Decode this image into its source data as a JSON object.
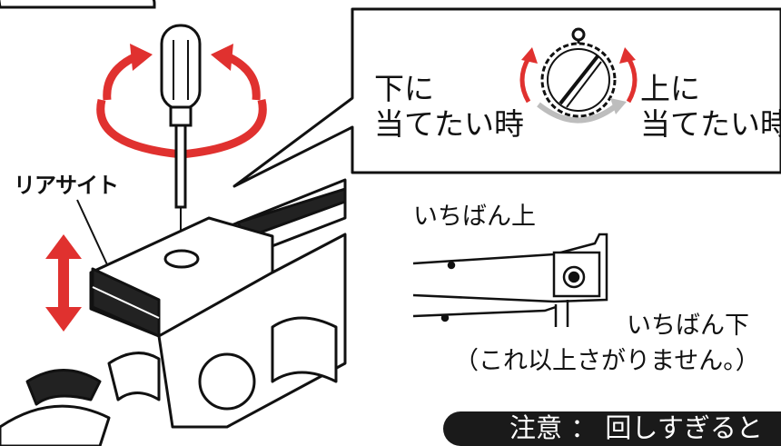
{
  "labels": {
    "rear_sight": "リアサイト",
    "aim_lower": [
      "下に",
      "当てたい時"
    ],
    "aim_higher": [
      "上に",
      "当てたい時"
    ],
    "highest": "いちばん上",
    "lowest": "いちばん下",
    "lowest_note": "（これ以上さがりません。）"
  },
  "warning": {
    "text": "注意 ： 回しすぎると"
  },
  "colors": {
    "arrow_red": "#e0312f",
    "line": "#111111",
    "panel_bg": "#ffffff",
    "warning_bg": "#1a1a1a",
    "warning_text": "#ffffff",
    "gray_arrow": "#bdbdbd"
  }
}
